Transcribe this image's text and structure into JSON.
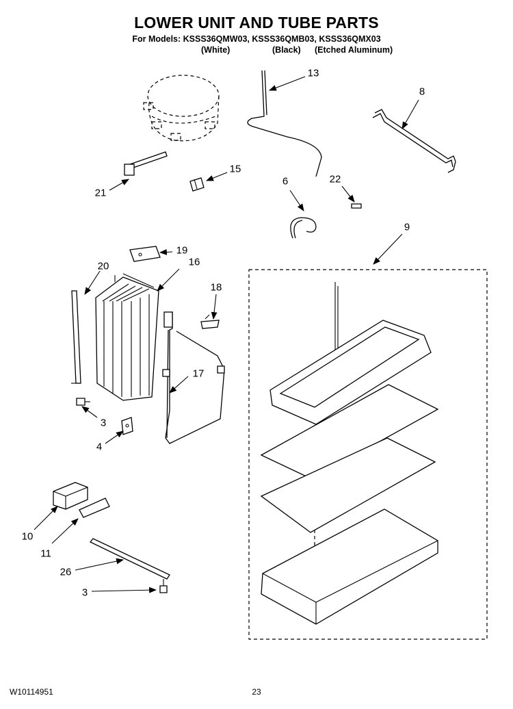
{
  "header": {
    "title": "LOWER UNIT AND TUBE PARTS",
    "models_line": "For Models: KSSS36QMW03, KSSS36QMB03, KSSS36QMX03",
    "variants": [
      "(White)",
      "(Black)",
      "(Etched Aluminum)"
    ]
  },
  "callouts": {
    "c13": "13",
    "c8": "8",
    "c15": "15",
    "c21": "21",
    "c6": "6",
    "c22": "22",
    "c9": "9",
    "c19": "19",
    "c16": "16",
    "c20": "20",
    "c18": "18",
    "c17": "17",
    "c3a": "3",
    "c4": "4",
    "c10": "10",
    "c11": "11",
    "c26": "26",
    "c3b": "3"
  },
  "footer": {
    "doc_number": "W10114951",
    "page_number": "23"
  }
}
